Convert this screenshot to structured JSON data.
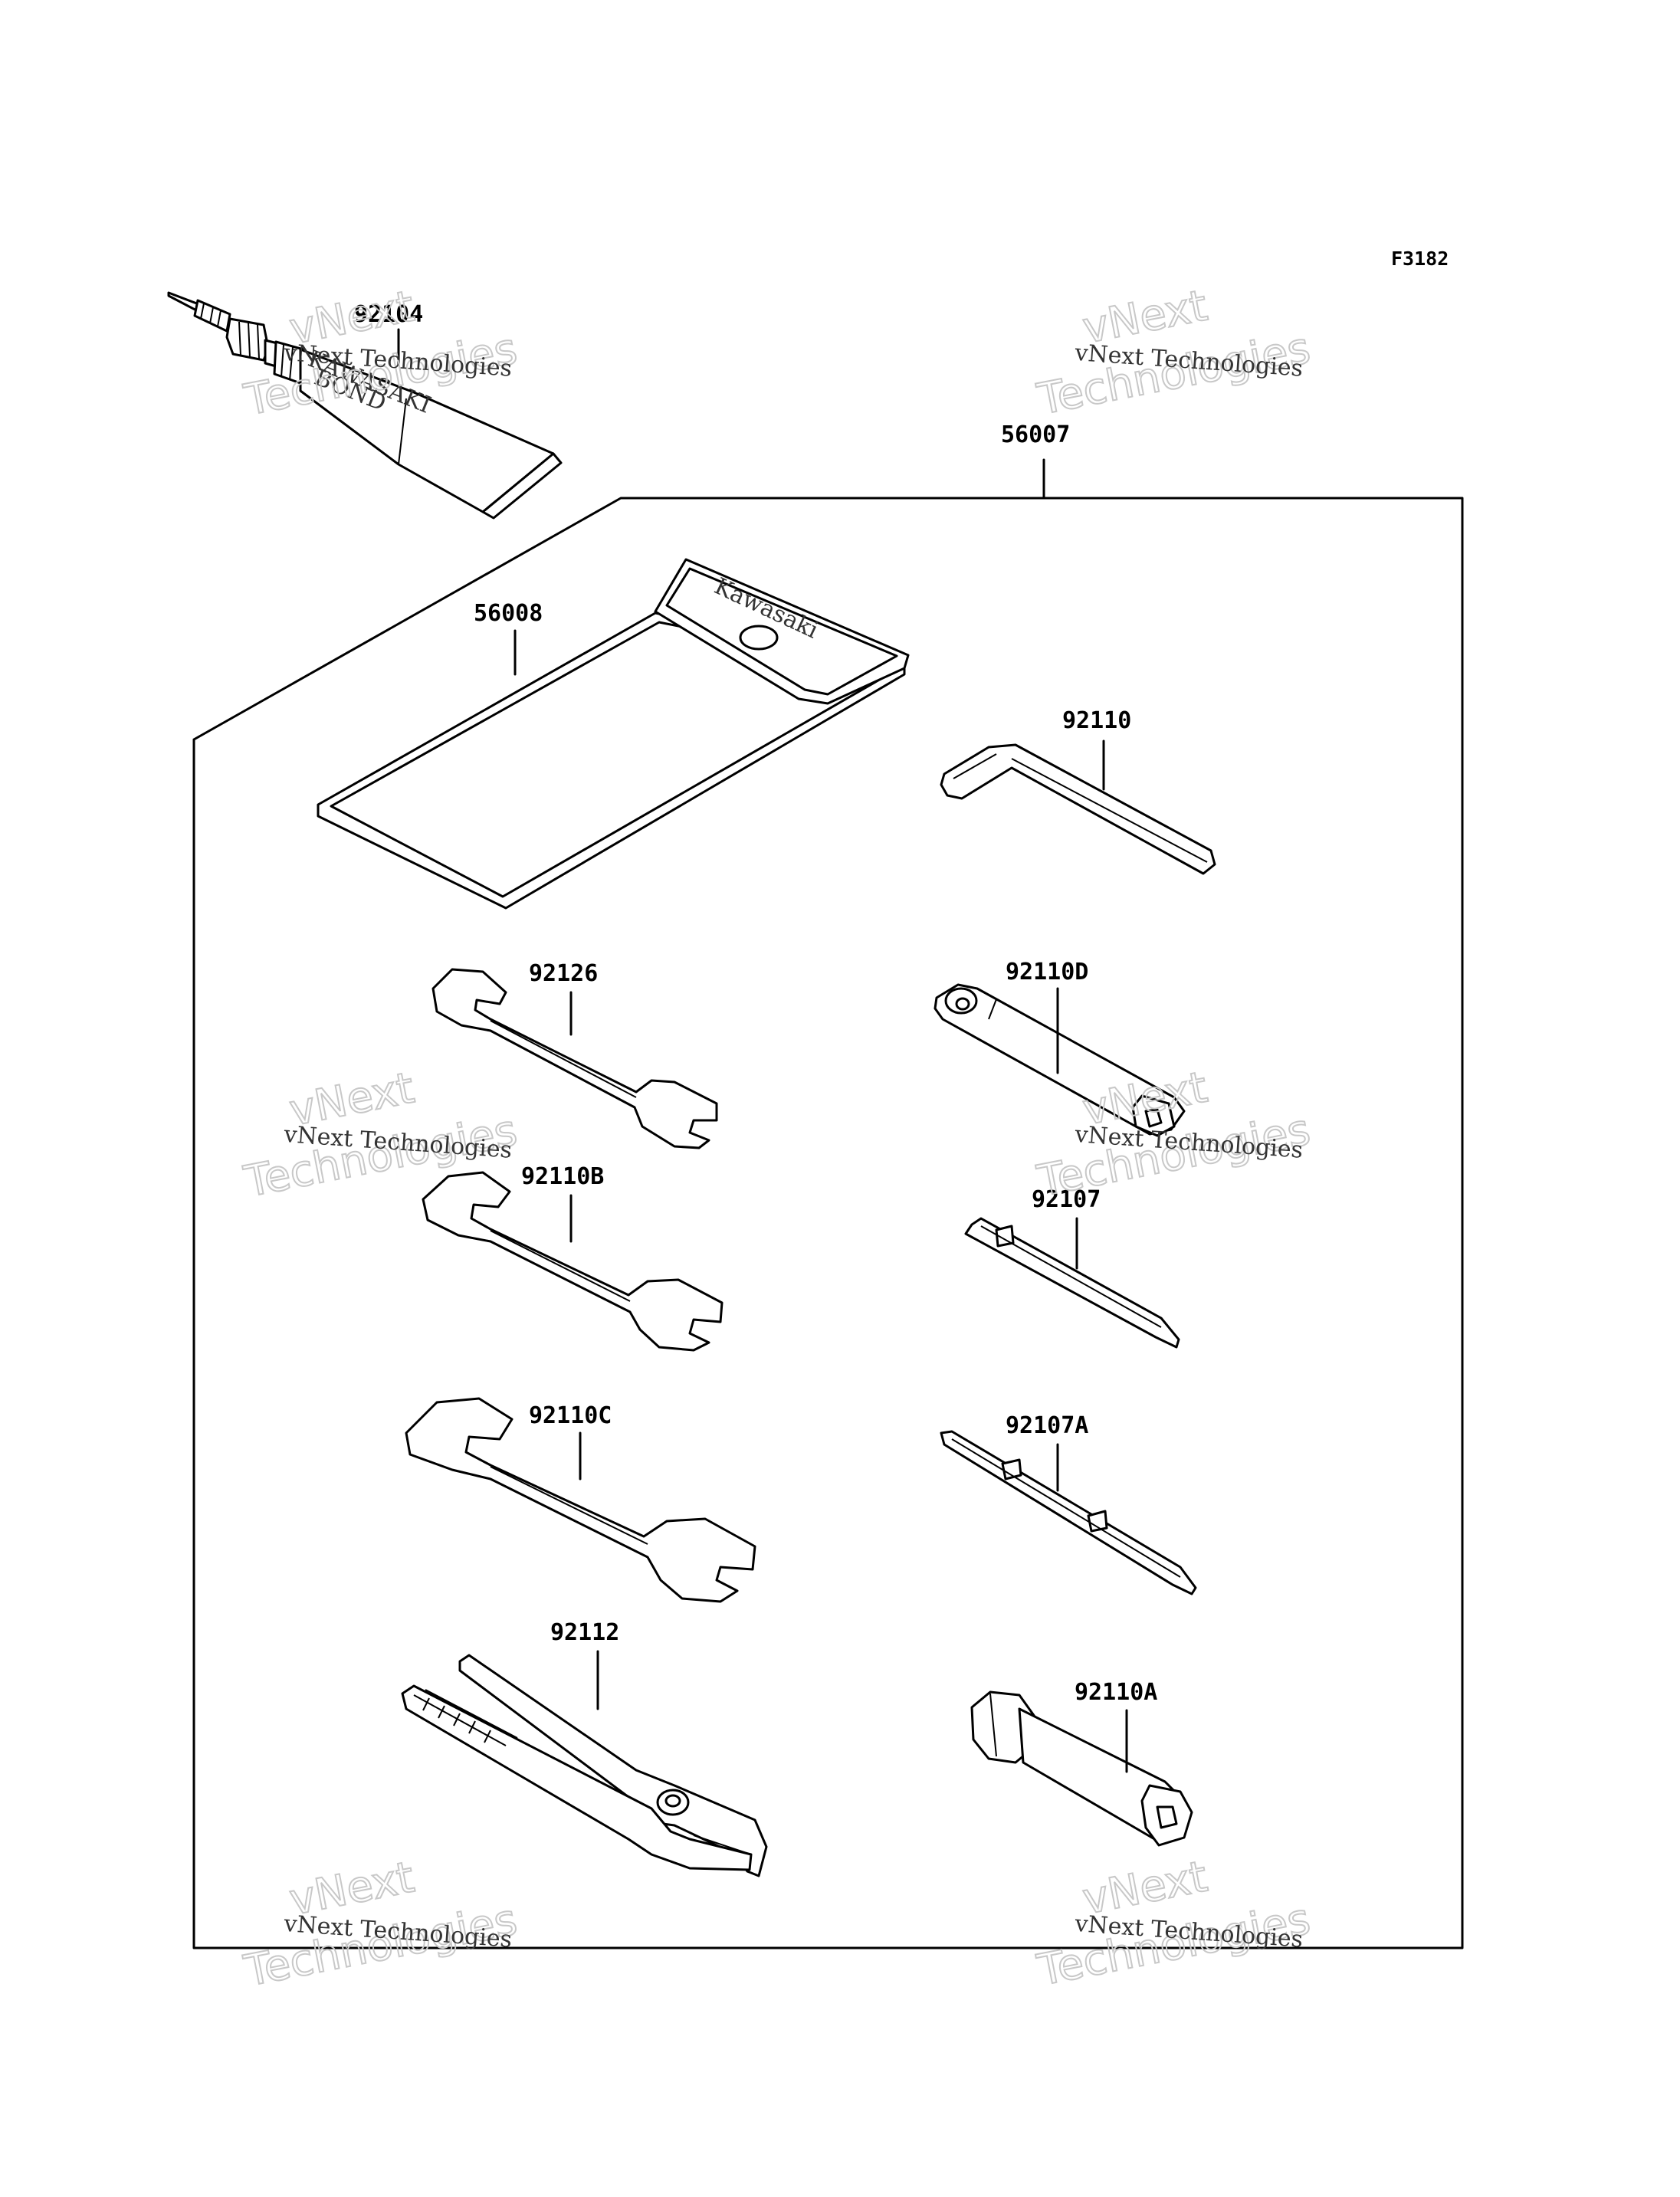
{
  "figure_code": "F3182",
  "watermark": {
    "line_small": "vNext Technologies",
    "line_big_top": "vNext",
    "line_big_bottom": "Technologies"
  },
  "part_labels": {
    "p92104": "92104",
    "p56007": "56007",
    "p56008": "56008",
    "p92110": "92110",
    "p92126": "92126",
    "p92110D": "92110D",
    "p92110B": "92110B",
    "p92107": "92107",
    "p92110C": "92110C",
    "p92107A": "92107A",
    "p92112": "92112",
    "p92110A": "92110A"
  },
  "product_text": {
    "pouch_brand": "Kawasaki",
    "tube_brand": "KAWASAKI",
    "tube_product": "BOND"
  }
}
